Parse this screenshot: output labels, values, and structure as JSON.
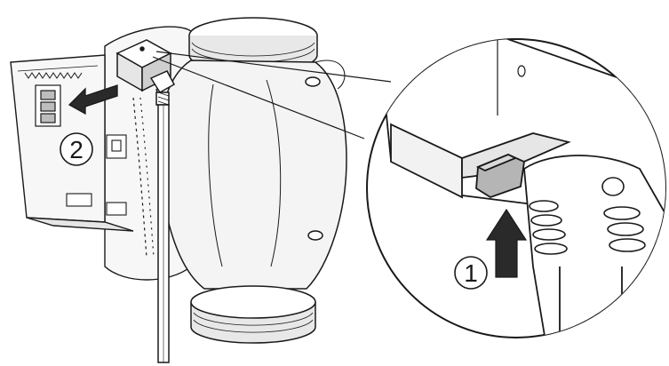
{
  "diagram": {
    "steps": [
      {
        "number": "1",
        "action": "push-up-arrow"
      },
      {
        "number": "2",
        "action": "pull-left-arrow"
      }
    ],
    "components": {
      "pump": "circulation-pump-body",
      "connector": "power-connector-plug",
      "cable": "power-cable",
      "detail": "magnified-release-latch"
    },
    "colors": {
      "line": "#1a1a1a",
      "fill_light": "#f2f2f2",
      "fill_mid": "#d9d9d9",
      "fill_dark": "#9a9a9a"
    }
  }
}
